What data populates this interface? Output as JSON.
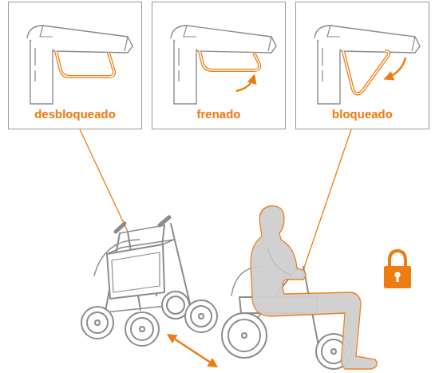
{
  "diagram": {
    "nodes": [
      {
        "text": [
          "desbloqueado"
        ]
      },
      {
        "text": [
          "frenado"
        ]
      },
      {
        "text": [
          "bloqueado"
        ]
      }
    ]
  }
}
